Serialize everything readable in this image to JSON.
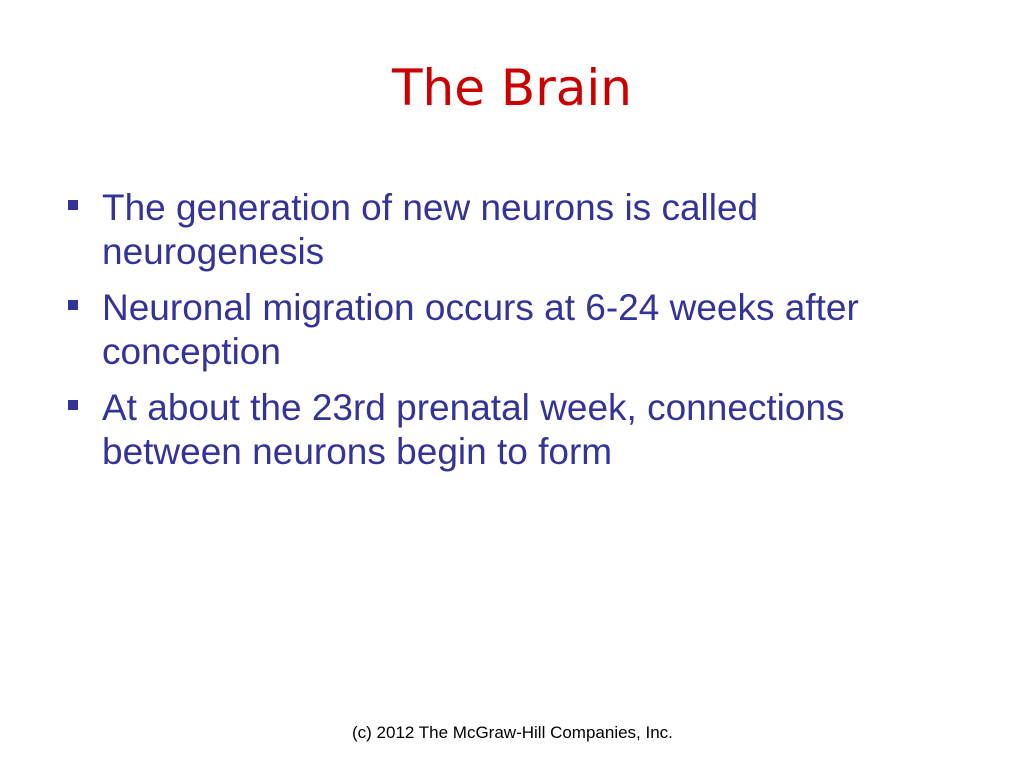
{
  "slide": {
    "title": "The Brain",
    "bullets": [
      "The generation of new neurons is called neurogenesis",
      "Neuronal migration occurs at 6-24 weeks after conception",
      "At about the 23rd prenatal week, connections between neurons begin to form"
    ],
    "footer": "(c) 2012 The McGraw-Hill Companies, Inc."
  },
  "colors": {
    "title": "#cc0000",
    "body": "#333399",
    "background": "#ffffff"
  }
}
